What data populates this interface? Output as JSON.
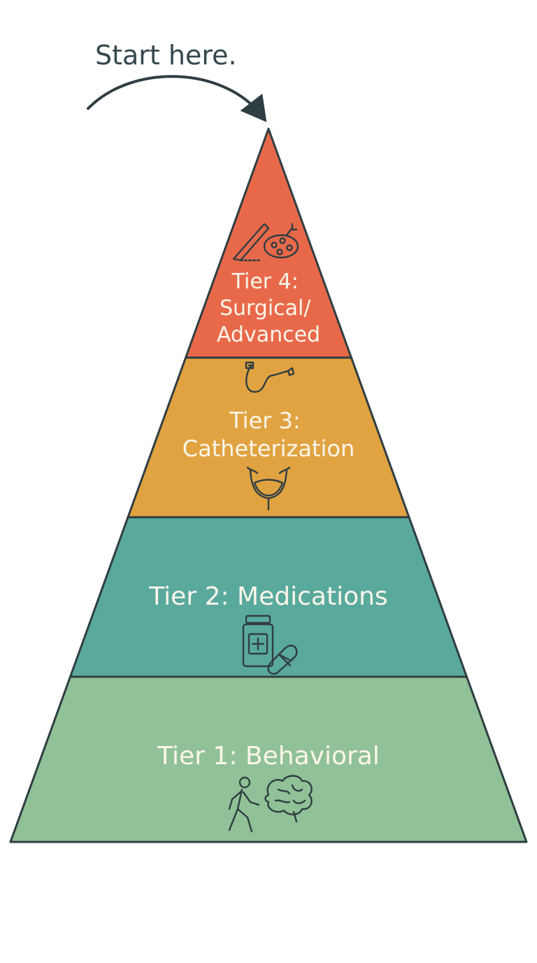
{
  "callout": {
    "text": "Start here.",
    "arrow_icon": "curved-arrow-icon"
  },
  "pyramid": {
    "outline_color": "#2f3e42",
    "tiers": [
      {
        "id": "tier-4",
        "lines": [
          "Tier 4:",
          "Surgical/",
          "Advanced"
        ],
        "color": "#e8694a",
        "icons": [
          "scalpel-icon",
          "surgical-light-icon"
        ]
      },
      {
        "id": "tier-3",
        "lines": [
          "Tier 3:",
          "Catheterization"
        ],
        "color": "#e1a341",
        "icons": [
          "catheter-icon",
          "bladder-icon"
        ]
      },
      {
        "id": "tier-2",
        "lines": [
          "Tier 2: Medications"
        ],
        "color": "#5aa99d",
        "icons": [
          "medicine-bottle-icon",
          "pill-capsule-icon"
        ]
      },
      {
        "id": "tier-1",
        "lines": [
          "Tier 1: Behavioral"
        ],
        "color": "#91c197",
        "icons": [
          "walking-person-icon",
          "brain-icon"
        ]
      }
    ]
  }
}
